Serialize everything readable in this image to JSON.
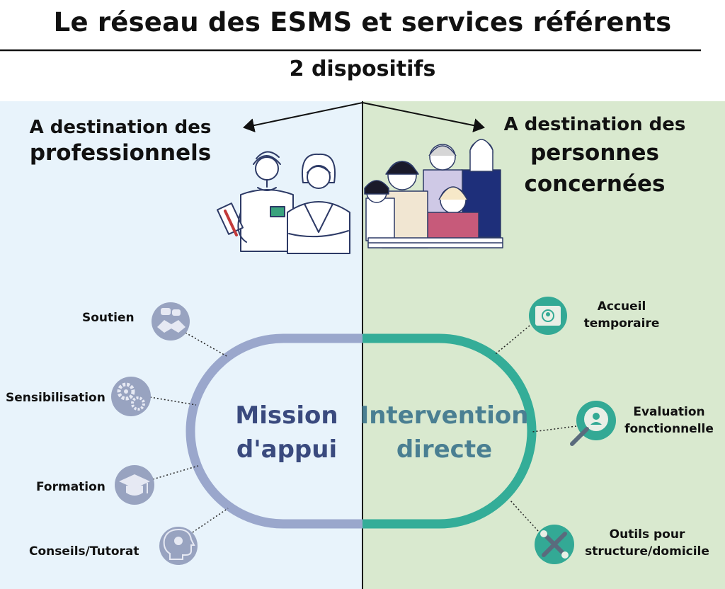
{
  "title": "Le réseau des ESMS et services référents",
  "subtitle": "2 dispositifs",
  "left": {
    "header_line1": "A destination des",
    "header_line2": "professionnels",
    "center_line1": "Mission",
    "center_line2": "d'appui",
    "items": [
      {
        "label": "Soutien",
        "icon": "handshake-icon"
      },
      {
        "label": "Sensibilisation",
        "icon": "gears-icon"
      },
      {
        "label": "Formation",
        "icon": "graduation-cap-icon"
      },
      {
        "label": "Conseils/Tutorat",
        "icon": "head-lightbulb-icon"
      }
    ]
  },
  "right": {
    "header_line1": "A destination des",
    "header_line2": "personnes",
    "header_line3": "concernées",
    "center_line1": "Intervention",
    "center_line2": "directe",
    "items": [
      {
        "label_line1": "Accueil",
        "label_line2": "temporaire",
        "icon": "id-card-icon"
      },
      {
        "label_line1": "Evaluation",
        "label_line2": "fonctionnelle",
        "icon": "magnifier-person-icon"
      },
      {
        "label_line1": "Outils pour",
        "label_line2": "structure/domicile",
        "icon": "wrench-tools-icon"
      }
    ]
  },
  "colors": {
    "left_bg": "#e8f3fb",
    "right_bg": "#d9e9cf",
    "left_loop": "#9aa7cc",
    "right_loop": "#34ad98",
    "left_icon_bg": "#98a3c0",
    "right_icon_bg": "#33a995",
    "mission_text": "#3a4a7e",
    "intervention_text": "#4a7f92"
  }
}
